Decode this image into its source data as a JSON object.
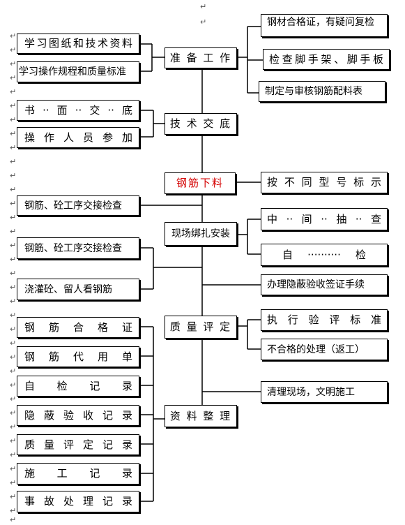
{
  "center": {
    "prepare": "准 备 工 作",
    "disclose": "技 术 交 底",
    "cutting": "钢筋下料",
    "binding": "现场绑扎安装",
    "quality": "质 量 评 定",
    "records": "资 料 整 理"
  },
  "left": {
    "study_drawings": "学习图纸和技术资料",
    "study_rules": "学习操作规程和质量标准",
    "written_disclosure": "书··面··交··底",
    "operators_join": "操 作 人 员 参 加",
    "handover_1": "钢筋、砼工序交接检查",
    "handover_2": "钢筋、砼工序交接检查",
    "pouring_watch": "浇灌砼、留人看钢筋",
    "rebar_certificate": "钢 筋 合 格 证",
    "rebar_substitute": "钢 筋 代 用 单",
    "self_check_record": "自 检 记 录",
    "hidden_record": "隐 蔽 验 收 记 录",
    "quality_record": "质 量 评 定 记 录",
    "construction_record": "施 工 记 录",
    "accident_record": "事 故 处 理 记 录"
  },
  "right": {
    "material_cert": "钢材合格证，有疑问复检",
    "scaffold_check": "检查脚手架、脚手板",
    "rebar_schedule": "制定与审核钢筋配料表",
    "labeling": "按 不 同 型 号 标 示",
    "mid_sample": "中··间··抽··查",
    "self_check": "自··········检",
    "hidden_signoff": "办理隐蔽验收签证手续",
    "standard": "执 行 验 评 标 准",
    "nonconforming": "不合格的处理（返工）",
    "cleanup": "清理现场，文明施工"
  },
  "marks": {
    "return_mark": "↵"
  }
}
